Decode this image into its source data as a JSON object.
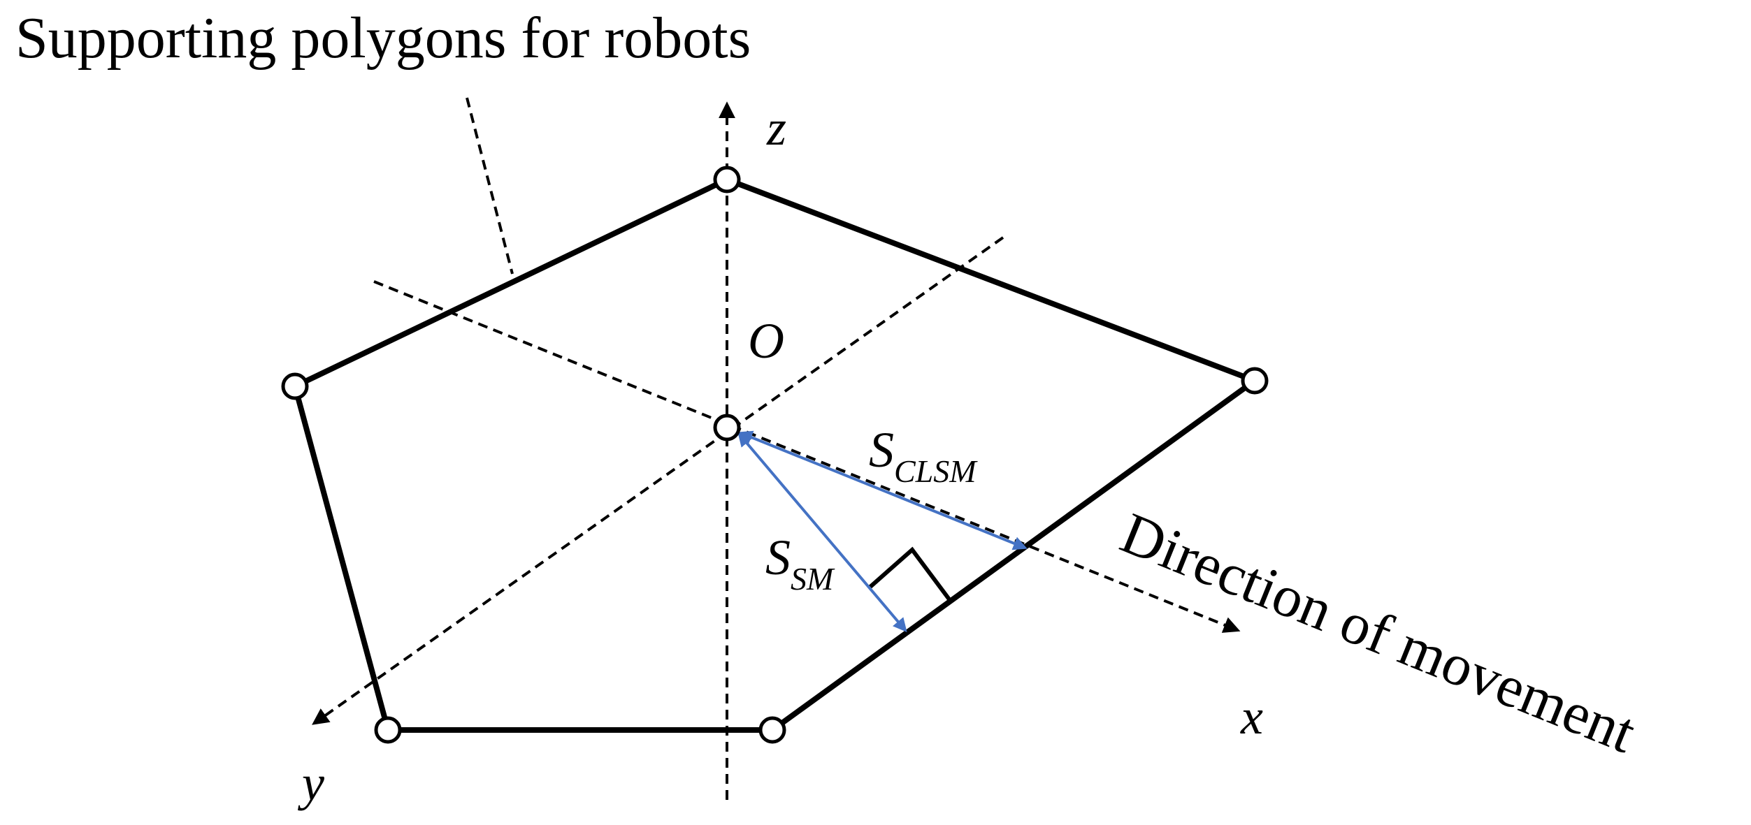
{
  "diagram": {
    "title": "Supporting polygons for robots",
    "direction_label": "Direction of movement",
    "axes": {
      "z": "z",
      "x": "x",
      "y": "y"
    },
    "origin_label": "O",
    "measures": {
      "s_clsm": {
        "main": "S",
        "sub": "CLSM"
      },
      "s_sm": {
        "main": "S",
        "sub": "SM"
      }
    },
    "colors": {
      "stroke": "#000000",
      "measure": "#4472C4"
    }
  }
}
